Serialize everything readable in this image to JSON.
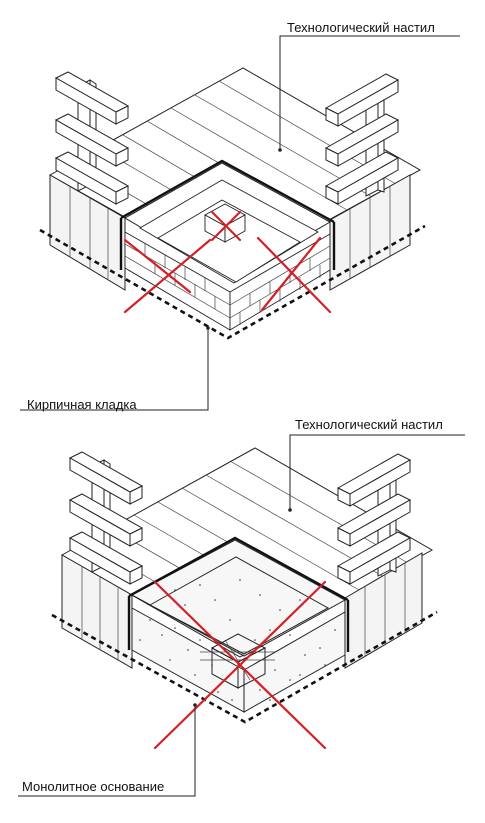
{
  "diagram": {
    "top": {
      "label_deck": "Технологический настил",
      "label_base": "Кирпичная кладка"
    },
    "bottom": {
      "label_deck": "Технологический настил",
      "label_base": "Монолитное основание"
    },
    "colors": {
      "cross": "#d41f26",
      "line": "#222222",
      "dashed": "#111111"
    }
  }
}
